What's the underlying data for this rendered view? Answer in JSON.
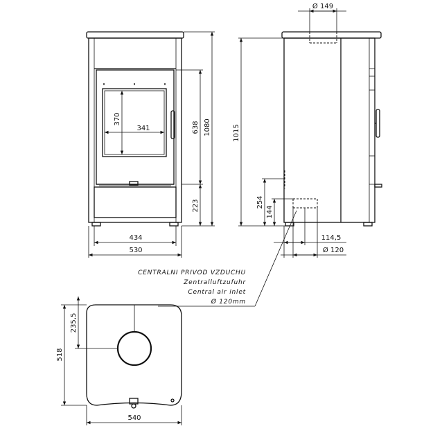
{
  "dimensions": {
    "front_height_total": "1080",
    "front_height_door": "638",
    "front_height_base": "223",
    "front_width_outer": "530",
    "front_width_inner": "434",
    "glass_height": "370",
    "glass_width": "341",
    "side_flue_diameter": "Ø 149",
    "side_height": "1015",
    "side_inlet_height": "254",
    "side_inlet_low": "144",
    "side_inlet_offset": "114,5",
    "side_inlet_diameter": "Ø 120",
    "top_depth": "518",
    "top_depth_center": "235,5",
    "top_width": "540"
  },
  "note": {
    "line1": "CENTRALNI PRIVOD VZDUCHU",
    "line2": "Zentralluftzufuhr",
    "line3": "Central air inlet",
    "line4": "Ø 120mm"
  }
}
